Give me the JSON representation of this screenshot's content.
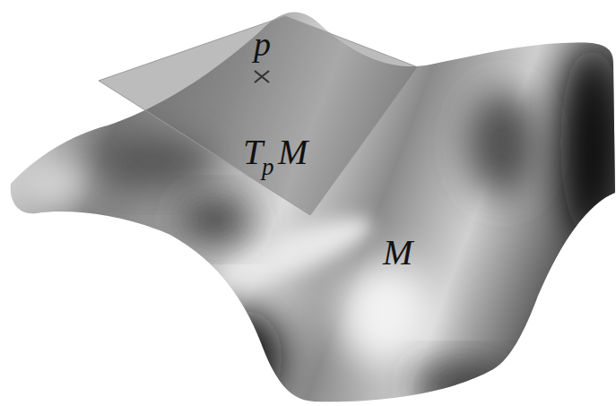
{
  "diagram": {
    "labels": [
      "p",
      "T",
      "p",
      "M",
      "M"
    ]
  }
}
